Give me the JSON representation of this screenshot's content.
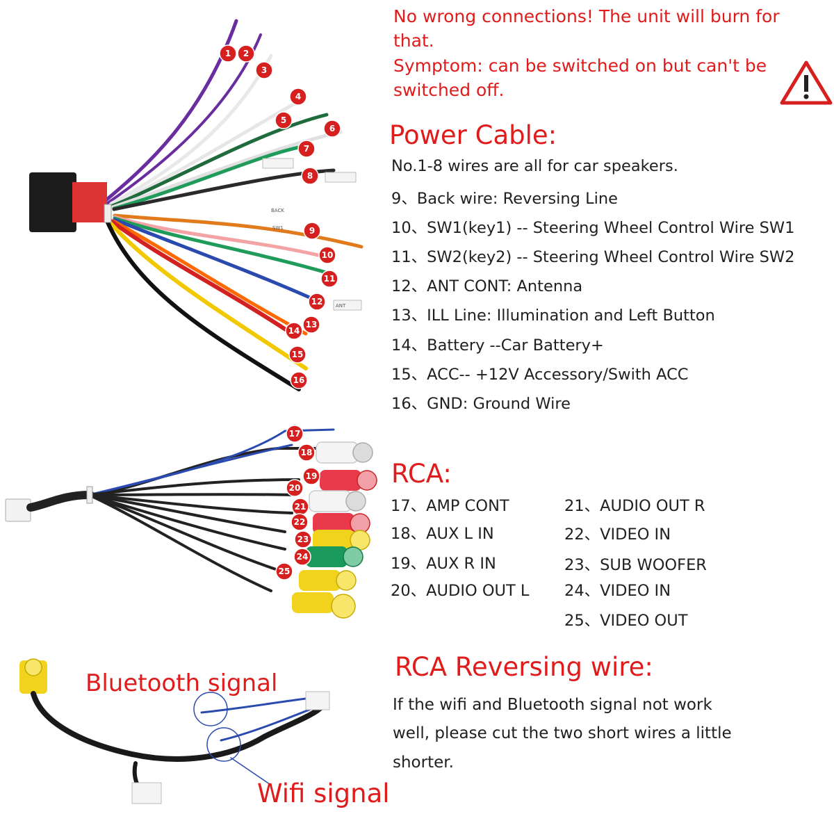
{
  "warning": {
    "line1": "No wrong connections! The unit will burn for",
    "line2": "that.",
    "line3": "Symptom: can be switched on but can't be",
    "line4": "switched off.",
    "icon": "warning-triangle-icon",
    "color": "#e01b1b"
  },
  "power_cable": {
    "title": "Power Cable:",
    "intro": "No.1-8 wires are all for car speakers.",
    "items": [
      "9、Back wire: Reversing Line",
      "10、SW1(key1) -- Steering Wheel Control Wire SW1",
      "11、SW2(key2) -- Steering Wheel Control Wire SW2",
      "12、ANT CONT: Antenna",
      "13、ILL Line: Illumination and Left Button",
      "14、Battery --Car Battery+",
      "15、ACC-- +12V Accessory/Swith ACC",
      "16、GND: Ground Wire"
    ],
    "badges": [
      "1",
      "2",
      "3",
      "4",
      "5",
      "6",
      "7",
      "8",
      "9",
      "10",
      "11",
      "12",
      "13",
      "14",
      "15",
      "16"
    ],
    "wire_tags": [
      "BACK",
      "SW1",
      "ANT"
    ]
  },
  "rca": {
    "title": "RCA:",
    "left": [
      "17、AMP CONT",
      "18、AUX L IN",
      "19、AUX R IN",
      "20、AUDIO OUT L"
    ],
    "right": [
      "21、AUDIO OUT R",
      "22、VIDEO IN",
      "23、SUB WOOFER",
      "24、VIDEO IN",
      "25、VIDEO OUT"
    ],
    "badges": [
      "17",
      "18",
      "19",
      "20",
      "21",
      "22",
      "23",
      "24",
      "25"
    ]
  },
  "reversing": {
    "title": "RCA Reversing wire:",
    "line1": "If the wifi and Bluetooth signal not work",
    "line2": "well, please cut the two short wires a little",
    "line3": "shorter.",
    "bluetooth_label": "Bluetooth signal",
    "wifi_label": "Wifi signal"
  },
  "colors": {
    "accent_red": "#e01b1b",
    "badge_red": "#d61f1f"
  }
}
